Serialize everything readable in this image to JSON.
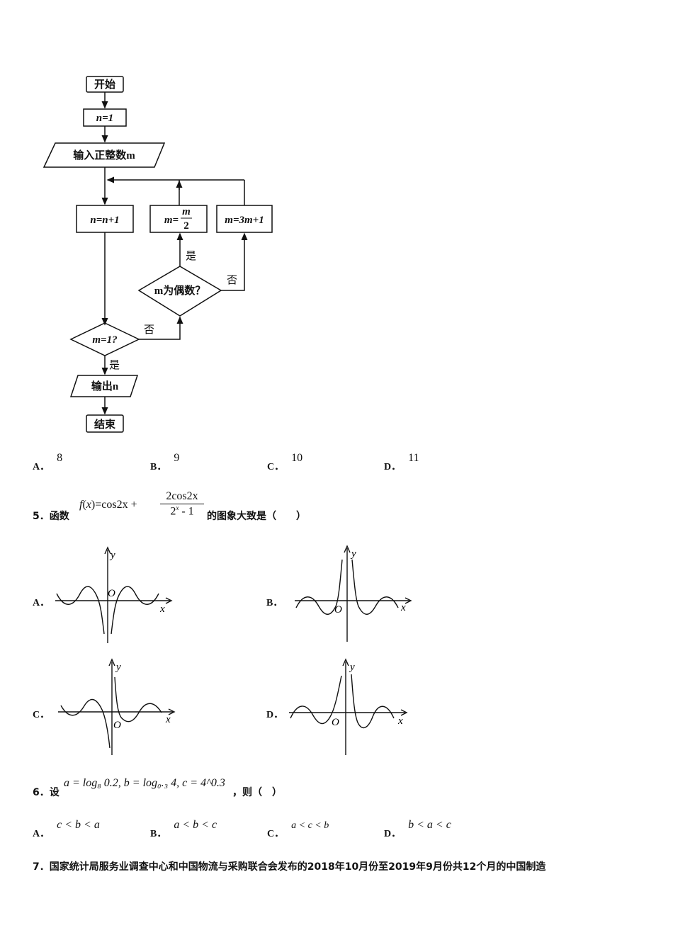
{
  "flowchart": {
    "start": "开始",
    "init": "n=1",
    "input": "输入正整数m",
    "inc": "n=n+1",
    "half_lhs": "m=",
    "half_num": "m",
    "half_den": "2",
    "triple": "m=3m+1",
    "even_q": "m为偶数？",
    "yes1": "是",
    "no1": "否",
    "one_q": "m=1?",
    "no2": "否",
    "yes2": "是",
    "output": "输出n",
    "end": "结束"
  },
  "q4_options": [
    {
      "letter": "A．",
      "value": "8"
    },
    {
      "letter": "B．",
      "value": "9"
    },
    {
      "letter": "C．",
      "value": "10"
    },
    {
      "letter": "D．",
      "value": "11"
    }
  ],
  "q5": {
    "number": "5．函数",
    "f": "f",
    "x": "x",
    "eq": "=cos2x +",
    "frac_num": "2cos2x",
    "frac_den": "2",
    "frac_den_exp": "x",
    "frac_den_tail": " - 1",
    "suffix": "的图象大致是（　　）",
    "graph_labels": [
      "A．",
      "B．",
      "C．",
      "D．"
    ],
    "axis_y": "y",
    "axis_x": "x",
    "origin": "O"
  },
  "q6": {
    "number": "6．设",
    "expr": "a = log₈ 0.2, b = log₀.₃ 4, c = 4^0.3",
    "suffix": "，则（　）",
    "options": [
      {
        "letter": "A．",
        "value": "c < b < a"
      },
      {
        "letter": "B．",
        "value": "a < b < c"
      },
      {
        "letter": "C．",
        "value": "a < c < b"
      },
      {
        "letter": "D．",
        "value": "b < a < c"
      }
    ]
  },
  "q7": {
    "text": "7．国家统计局服务业调查中心和中国物流与采购联合会发布的2018年10月份至2019年9月份共12个月的中国制造"
  }
}
